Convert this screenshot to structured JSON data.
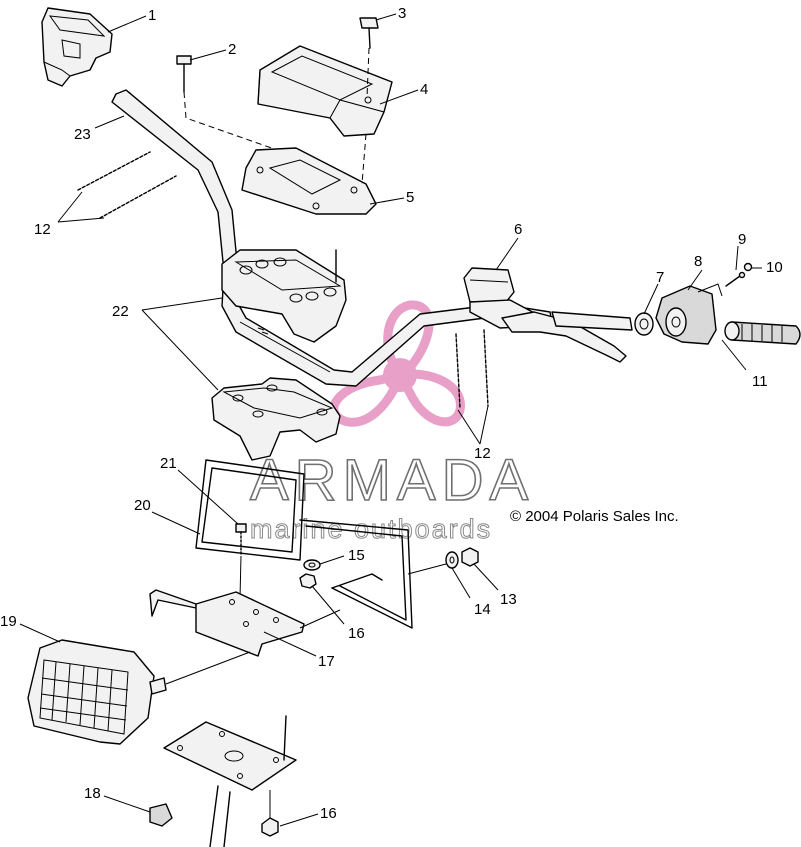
{
  "diagram": {
    "copyright": "© 2004 Polaris Sales Inc.",
    "watermark": {
      "title": "ARMADA",
      "subtitle": "marine outboards",
      "logo_color": "#e8a0c8",
      "text_color": "#707070"
    },
    "callouts": {
      "c1": "1",
      "c2": "2",
      "c3": "3",
      "c4": "4",
      "c5": "5",
      "c6": "6",
      "c7": "7",
      "c8": "8",
      "c9": "9",
      "c10": "10",
      "c11": "11",
      "c12a": "12",
      "c12b": "12",
      "c13": "13",
      "c14": "14",
      "c15": "15",
      "c16a": "16",
      "c16b": "16",
      "c17": "17",
      "c18": "18",
      "c19": "19",
      "c20": "20",
      "c21": "21",
      "c22": "22",
      "c23": "23"
    }
  }
}
